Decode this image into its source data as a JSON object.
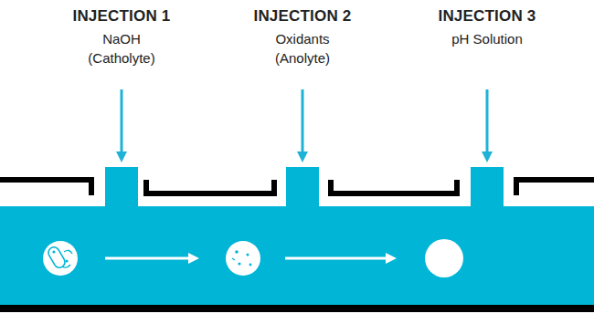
{
  "diagram": {
    "labels": [
      "INJECTION 1",
      "NaOH",
      "(Catholyte)",
      "INJECTION 2",
      "Oxidants",
      "(Anolyte)",
      "INJECTION 3",
      "pH Solution"
    ]
  }
}
